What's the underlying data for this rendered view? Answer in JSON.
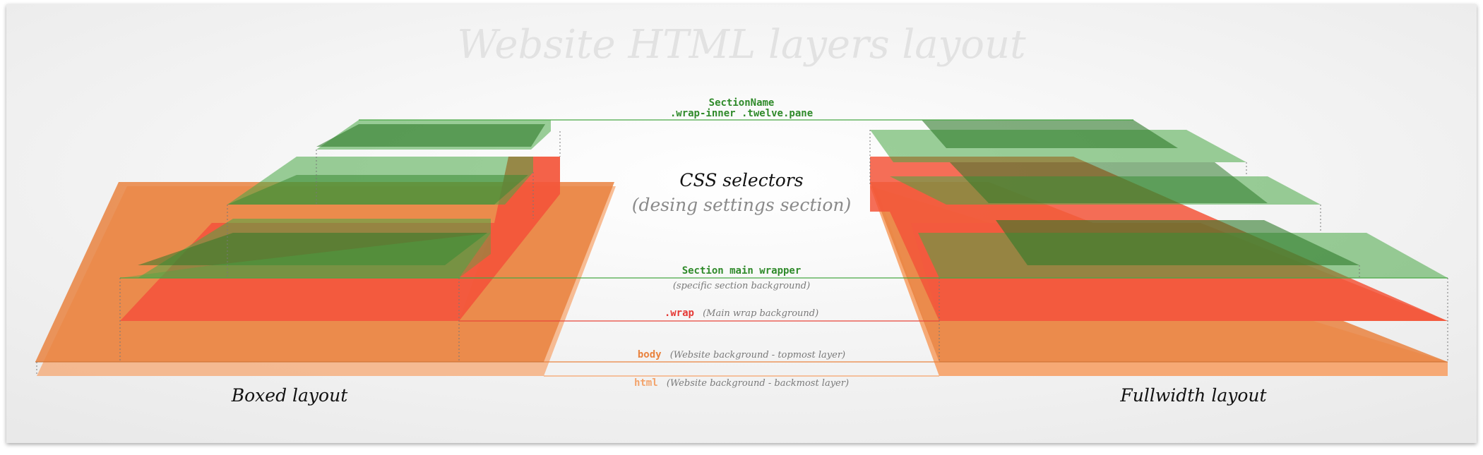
{
  "title": "Website HTML layers layout",
  "center": {
    "heading": "CSS selectors",
    "subheading": "(desing settings section)"
  },
  "labels": {
    "section_name": "SectionName",
    "section_inner": ".wrap-inner .twelve.pane",
    "section_wrapper": "Section main wrapper",
    "section_wrapper_note": "(specific section background)",
    "wrap": ".wrap",
    "wrap_note": "(Main wrap background)",
    "body": "body",
    "body_note": "(Website background - topmost layer)",
    "html": "html",
    "html_note": "(Website background - backmost layer)"
  },
  "captions": {
    "left": "Boxed layout",
    "right": "Fullwidth layout"
  },
  "colors": {
    "html": "#f7a36a",
    "body": "#e9833f",
    "wrap": "#f3553a",
    "section": "#49a845",
    "inner": "#2e7a2a",
    "title": "#e0e0e0",
    "note": "#7a7a7a"
  }
}
